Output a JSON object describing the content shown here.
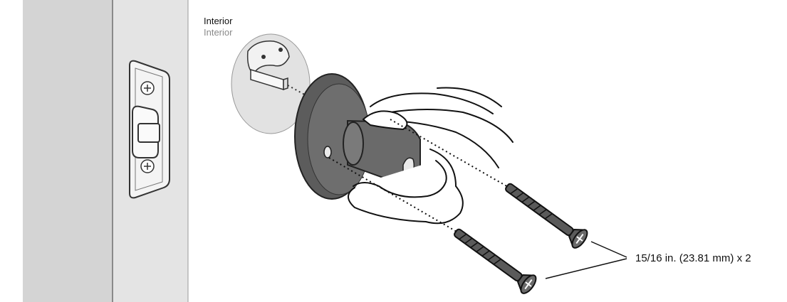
{
  "labels": {
    "side_title": "Interior",
    "side_subtitle": "Interior",
    "screw_spec": "15/16 in. (23.81 mm) x 2"
  },
  "colors": {
    "door_panel": "#dcdcdc",
    "door_frame": "#c8c8c8",
    "plate": "#ececec",
    "rose": "#6b6b6b",
    "rose_dark": "#4e4e4e",
    "screw": "#5a5a5a",
    "outline": "#111111"
  },
  "parts": [
    "door-edge",
    "latch-faceplate",
    "latch-bolt",
    "tailpiece",
    "rose",
    "hand",
    "mounting-screw",
    "mounting-screw"
  ]
}
